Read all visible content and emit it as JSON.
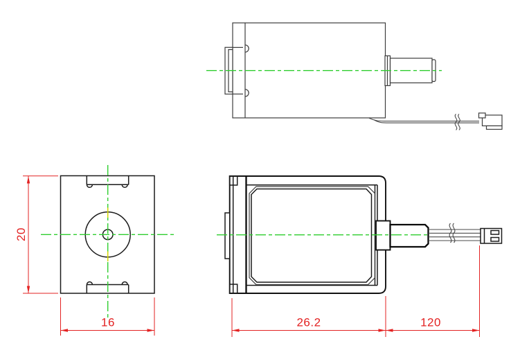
{
  "dimensions": {
    "front_height_label": "20",
    "front_width_label": "16",
    "body_length_label": "26.2",
    "lead_length_label": "120"
  },
  "colors": {
    "dimension_red": "#e32222",
    "centerline_green": "#2fce2f",
    "centerline_yellow": "#d6d600",
    "outline_dark": "#1a1a1a",
    "outline_gray": "#3c3c3c",
    "hatch_line": "#3a3a3a",
    "background": "#ffffff"
  }
}
